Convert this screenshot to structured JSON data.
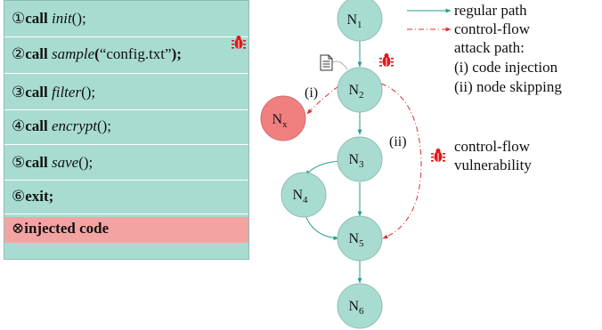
{
  "code": {
    "lines": [
      {
        "marker": "①",
        "kw": "call",
        "fn": "init",
        "args": "();"
      },
      {
        "marker": "②",
        "kw": "call",
        "fn": "sample",
        "args_open": "(",
        "args_str": "“config.txt”",
        "args_close": ");"
      },
      {
        "marker": "③",
        "kw": "call",
        "fn": "filter",
        "args": "();"
      },
      {
        "marker": "④",
        "kw": "call",
        "fn": "encrypt",
        "args": "();"
      },
      {
        "marker": "⑤",
        "kw": "call",
        "fn": "save",
        "args": "();"
      },
      {
        "marker": "⑥",
        "kw": "exit;"
      }
    ],
    "injected": {
      "marker": "⊗",
      "text": "injected code"
    }
  },
  "graph": {
    "nodes": [
      {
        "id": "N1",
        "base": "N",
        "sub": "1"
      },
      {
        "id": "N2",
        "base": "N",
        "sub": "2"
      },
      {
        "id": "N3",
        "base": "N",
        "sub": "3"
      },
      {
        "id": "N4",
        "base": "N",
        "sub": "4"
      },
      {
        "id": "N5",
        "base": "N",
        "sub": "5"
      },
      {
        "id": "N6",
        "base": "N",
        "sub": "6"
      },
      {
        "id": "Nx",
        "base": "N",
        "sub": "x"
      }
    ],
    "edge_labels": {
      "code_injection": "(i)",
      "node_skipping": "(ii)"
    }
  },
  "legend": {
    "regular_path": "regular path",
    "attack_path_lines": [
      "control-flow",
      "attack path:",
      "(i)  code injection",
      "(ii) node skipping"
    ],
    "vulnerability_lines": [
      "control-flow",
      "vulnerability"
    ]
  },
  "colors": {
    "node_fill": "#a8dcd1",
    "attacker_node_fill": "#f08080",
    "regular_edge": "#1f9e8a",
    "attack_edge": "#d93030",
    "bug": "#e0191a",
    "panel": "#a8dcd1",
    "injected_row": "#f4a3a3"
  },
  "icons": [
    "bug-icon",
    "document-icon"
  ]
}
